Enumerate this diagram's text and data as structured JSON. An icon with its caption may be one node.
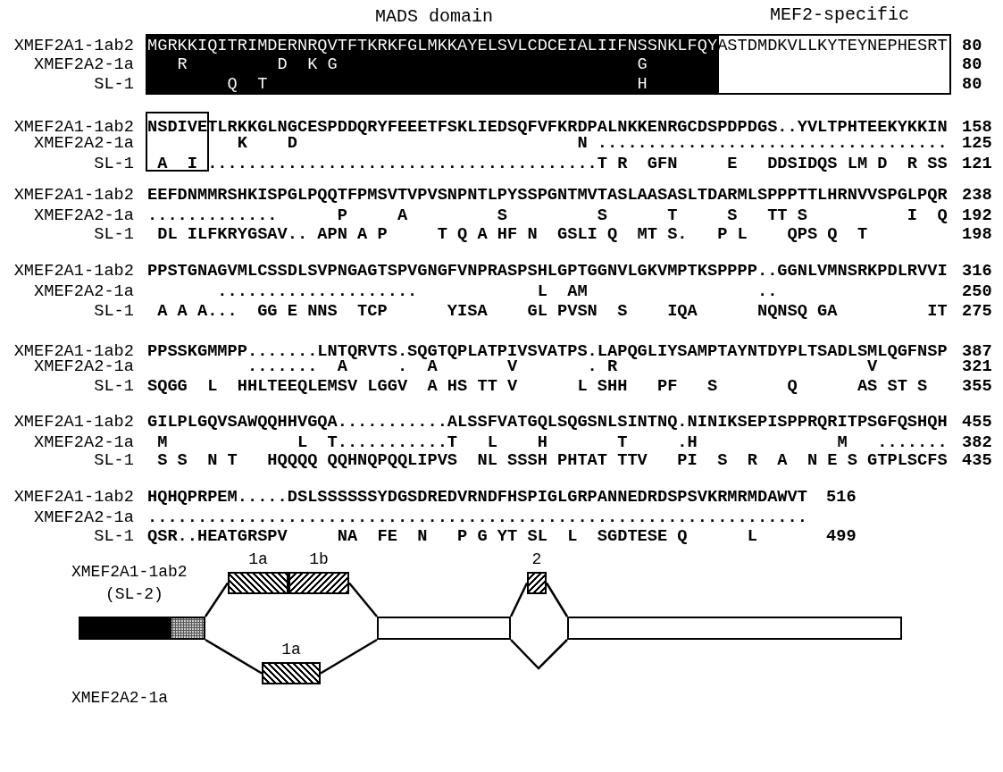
{
  "diagram": {
    "nodes": [
      {
        "text": [],
        "shape": "box"
      },
      {
        "text": [],
        "shape": "box"
      },
      {
        "text": [
          "1a"
        ]
      },
      {
        "text": [
          "1b"
        ]
      },
      {
        "text": [
          "1a"
        ]
      },
      {
        "text": [],
        "shape": "box"
      },
      {
        "text": [
          "2"
        ]
      },
      {
        "text": [],
        "shape": "box"
      }
    ],
    "edges": [
      {
        "from": 1,
        "to": 2,
        "arrow": "none"
      },
      {
        "from": 3,
        "to": 5,
        "arrow": "none"
      },
      {
        "from": 1,
        "to": 4,
        "arrow": "none"
      },
      {
        "from": 4,
        "to": 5,
        "arrow": "none"
      },
      {
        "from": 5,
        "to": 6,
        "arrow": "none"
      },
      {
        "from": 6,
        "to": 7,
        "arrow": "none"
      },
      {
        "from": 5,
        "to": 7,
        "arrow": "none"
      }
    ],
    "labels": [
      "MADS domain",
      "MEF2-specific",
      "XMEF2A1-1ab2",
      "MGRKKIQITRIMDERNRQVTFTKRKFGLMKKAYELSVLCDCEIALIIFNSSNKLFQYASTDMDKVLLKYTEYNEPHESRT",
      "80",
      "XMEF2A2-1a",
      "   R         D  K G                              G",
      "80",
      "SL-1",
      "        Q  T                                     H",
      "80",
      "XMEF2A1-1ab2",
      "NSDIVETLRKKGLNGCESPDDQRYFEEETFSKLIEDSQFVFKRDPALNKKENRGCDSPDPDGS..YVLTPHTEEKYKKIN",
      "158",
      "XMEF2A2-1a",
      "         K    D                            N ...................................",
      "125",
      "SL-1",
      " A  I .......................................T R  GFN     E   DDSIDQS LM D  R SS",
      "121",
      "XMEF2A1-1ab2",
      "EEFDNMMRSHKISPGLPQQTFPMSVTVPVSNPNTLPYSSPGNTMVTASLAASASLTDARMLSPPPTTLHRNVVSPGLPQR",
      "238",
      "XMEF2A2-1a",
      ".............      P     A         S         S      T     S   TT S          I  Q",
      "192",
      "SL-1",
      " DL ILFKRYGSAV.. APN A P     T Q A HF N  GSLI Q  MT S.   P L    QPS Q  T",
      "198",
      "XMEF2A1-1ab2",
      "PPSTGNAGVMLCSSDLSVPNGAGTSPVGNGFVNPRASPSHLGPTGGNVLGKVMPTKSPPPP..GGNLVMNSRKPDLRVVI",
      "316",
      "XMEF2A2-1a",
      "       ....................            L  AM                 ..",
      "250",
      "SL-1",
      " A A A...  GG E NNS  TCP      YISA    GL PVSN  S    IQA      NQNSQ GA         IT",
      "275",
      "XMEF2A1-1ab2",
      "PPSSKGMMPP.......LNTQRVTS.SQGTQPLATPIVSVATPS.LAPQGLIYSAMPTAYNTDYPLTSADLSMLQGFNSP",
      "387",
      "XMEF2A2-1a",
      "          .......  A     .  A       V       . R                         V",
      "321",
      "SL-1",
      "SQGG  L  HHLTEEQLEMSV LGGV  A HS TT V      L SHH   PF   S       Q      AS ST S",
      "355",
      "XMEF2A1-1ab2",
      "GILPLGQVSAWQQHHVGQA...........ALSSFVATGQLSQGSNLSINTNQ.NINIKSEPISPPRQRITPSGFQSHQH",
      "455",
      "XMEF2A2-1a",
      " M             L  T...........T   L    H       T     .H              M   .......",
      "382",
      "SL-1",
      " S S  N T   HQQQQ QQHNQPQQLIPVS  NL SSSH PHTAT TTV   PI  S  R  A  N E S GTPLSCFS",
      "435",
      "XMEF2A1-1ab2",
      "HQHQPRPEM.....DSLSSSSSSYDGSDREDVRNDFHSPIGLGRPANNEDRDSPSVKRMRMDAWVT",
      "516",
      "XMEF2A2-1a",
      "..................................................................",
      "SL-1",
      "QSR..HEATGRSPV     NA  FE  N   P G YT SL  L  SGDTESE Q      L",
      "499",
      "XMEF2A1-1ab2",
      "(SL-2)",
      "XMEF2A2-1a"
    ]
  }
}
